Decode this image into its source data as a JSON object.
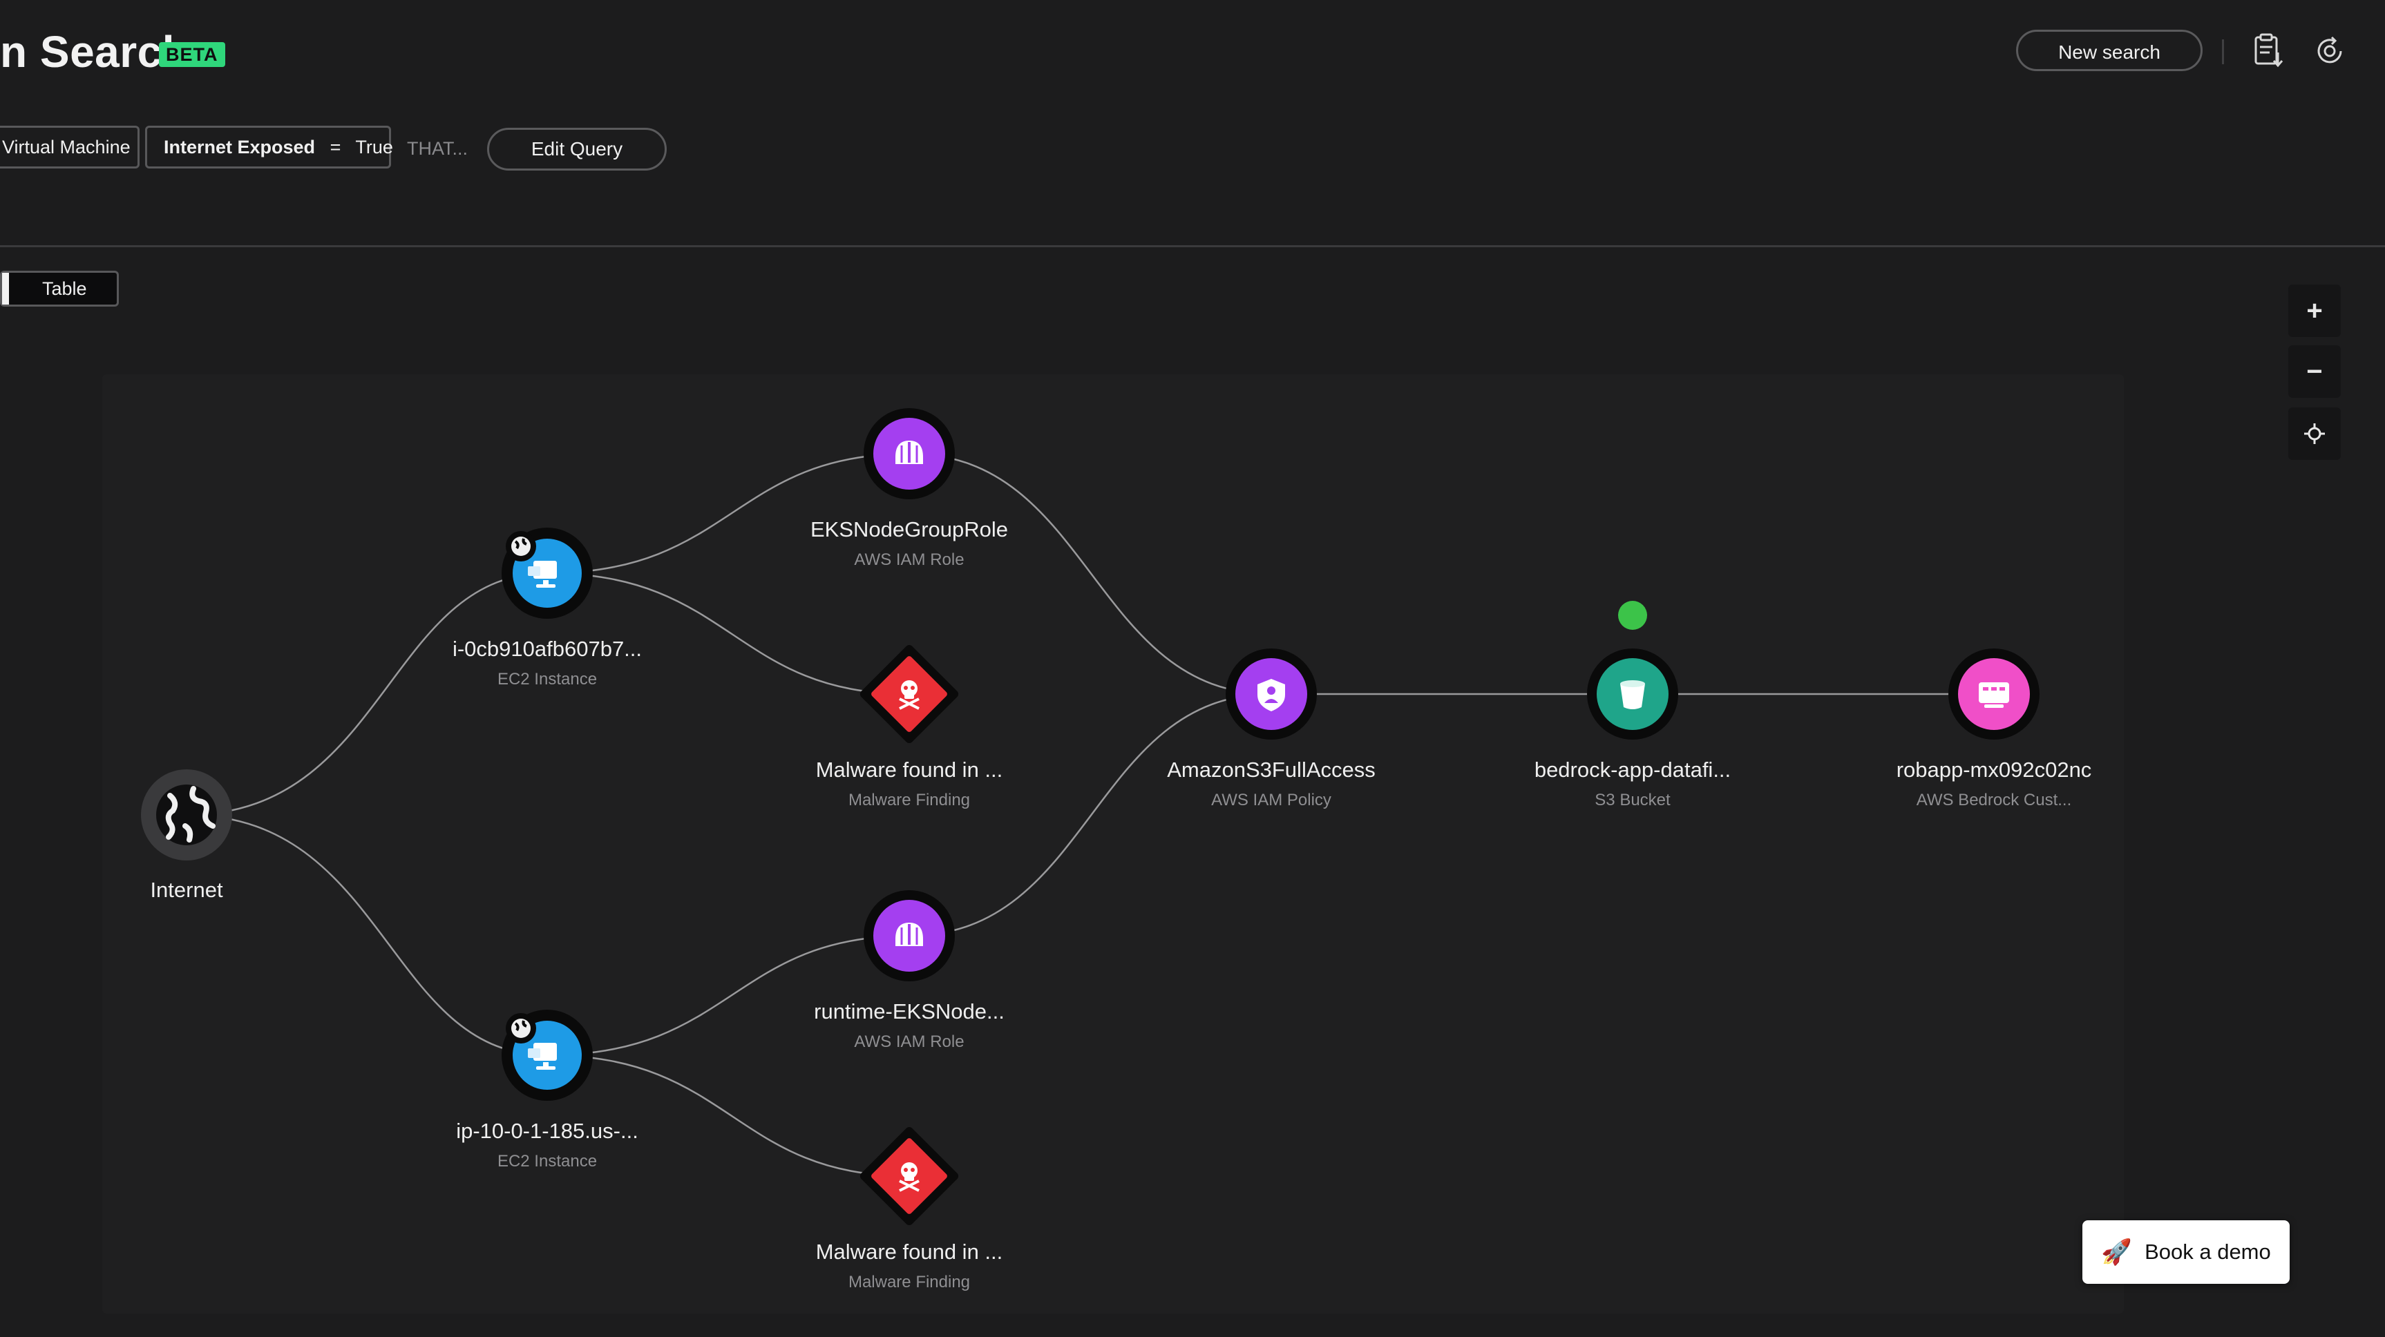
{
  "header": {
    "title": "n Search",
    "badge": "BETA",
    "new_search_label": "New search",
    "icons": [
      "clipboard-download-icon",
      "rotate-target-icon"
    ]
  },
  "query": {
    "chip_partial_label": "Virtual Machine",
    "chip_filter_field": "Internet Exposed",
    "chip_filter_op": "=",
    "chip_filter_value": "True",
    "that_label": "THAT...",
    "edit_query_label": "Edit Query"
  },
  "view": {
    "table_label": "Table"
  },
  "graph": {
    "nodes": [
      {
        "id": "internet",
        "label": "Internet",
        "sub": "",
        "icon": "globe-icon",
        "color": "#3a3a3c"
      },
      {
        "id": "ec2a",
        "label": "i-0cb910afb607b7...",
        "sub": "EC2 Instance",
        "icon": "vm-icon",
        "color": "#1e9be6"
      },
      {
        "id": "ec2b",
        "label": "ip-10-0-1-185.us-...",
        "sub": "EC2 Instance",
        "icon": "vm-icon",
        "color": "#1e9be6"
      },
      {
        "id": "role1",
        "label": "EKSNodeGroupRole",
        "sub": "AWS IAM Role",
        "icon": "helmet-icon",
        "color": "#a43ff0"
      },
      {
        "id": "mal1",
        "label": "Malware found in ...",
        "sub": "Malware Finding",
        "icon": "skull-icon",
        "color": "#ea2f36"
      },
      {
        "id": "role2",
        "label": "runtime-EKSNode...",
        "sub": "AWS IAM Role",
        "icon": "helmet-icon",
        "color": "#a43ff0"
      },
      {
        "id": "mal2",
        "label": "Malware found in ...",
        "sub": "Malware Finding",
        "icon": "skull-icon",
        "color": "#ea2f36"
      },
      {
        "id": "policy",
        "label": "AmazonS3FullAccess",
        "sub": "AWS IAM Policy",
        "icon": "shield-user-icon",
        "color": "#a43ff0"
      },
      {
        "id": "bucket",
        "label": "bedrock-app-datafi...",
        "sub": "S3 Bucket",
        "icon": "bucket-icon",
        "color": "#1fa58a"
      },
      {
        "id": "bedrock",
        "label": "robapp-mx092c02nc",
        "sub": "AWS Bedrock Cust...",
        "icon": "model-icon",
        "color": "#f04fc8"
      }
    ],
    "status_dot_color": "#3cc349"
  },
  "zoom_controls": {
    "zoom_in": "+",
    "zoom_out": "−",
    "recenter_icon": "crosshair-icon"
  },
  "book_demo": {
    "label": "Book a demo",
    "icon": "🚀"
  }
}
